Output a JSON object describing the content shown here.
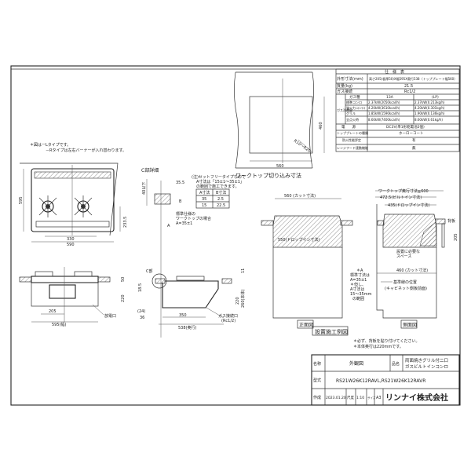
{
  "notes": {
    "note1": "＊図はーLタイプです。",
    "note2": "－Rタイプは左右バーナーが入れ替わります。",
    "wall_note1": "＊必ず、背板を貼り付けてください。",
    "wall_note2": "＊本体奥行は220mmです。"
  },
  "cutout": {
    "title": "ワークトップ切り込み寸法",
    "width": "560",
    "depth": "460",
    "radius": "R10～R20"
  },
  "spec_table": {
    "title": "仕　様　表",
    "rows": [
      {
        "label": "外形寸法(mm)",
        "value": "高さ205(板厚50)X幅595X奥行538（トッププレート幅560）"
      },
      {
        "label": "質量(kg)",
        "value": "21.5"
      },
      {
        "label": "ガス接続",
        "value": "Rc1/2"
      }
    ],
    "gas_group_label": "ガス消費量",
    "gas_header": {
      "label": "ガス種",
      "col1": "13A",
      "col2": "(LP)"
    },
    "gas_rows": [
      {
        "label": "標準コンロ",
        "col1": "2.37kW(2050kcal/h)",
        "col2": "2.37kW(0.213kg/h)"
      },
      {
        "label": "強火力コンロ",
        "col1": "4.20kW(3610kcal/h)",
        "col2": "4.20kW(0.301kg/h)"
      },
      {
        "label": "グリル",
        "col1": "1.85kW(1590kcal/h)",
        "col2": "1.90kW(0.136kg/h)"
      },
      {
        "label": "全点火時",
        "col1": "8.60kW(7400kcal/h)",
        "col2": "8.60kW(0.61kg/h)"
      }
    ],
    "tail_rows": [
      {
        "label": "電　　源",
        "value": "DC3V(単1形乾電池2個)"
      },
      {
        "label": "トッププレートの種類",
        "value": "ホーローコート"
      },
      {
        "label": "防火性能評定",
        "value": "有"
      },
      {
        "label": "レンジフード連動機能",
        "value": "無"
      }
    ]
  },
  "top_view": {
    "dim_330": "330",
    "dim_590": "590",
    "dim_595": "595",
    "dim_233": "233.5"
  },
  "detail_c": {
    "title": "C部詳細",
    "dim_35_5": "35.5",
    "dim_40": "40以下",
    "label_b": "B",
    "label_a": "A",
    "std_note1": "標準仕様の",
    "std_note2": "ワークトップの場合",
    "std_note3": "A=35±1",
    "note1": "(注)セットフリータイプなので",
    "note2": "A寸法は「15±1～35±1」",
    "note3": "の範囲で施工できます。",
    "table_header": [
      "A寸法",
      "B寸法"
    ],
    "table_rows": [
      [
        "35",
        "2.5"
      ],
      [
        "15",
        "22.5"
      ]
    ]
  },
  "front_view": {
    "dim_205": "205",
    "dim_595": "595(幅)",
    "dim_50": "50",
    "dim_220": "220",
    "exhaust": "放電口"
  },
  "side_view": {
    "c_part": "C部",
    "dim_18_5": "18.5",
    "dim_24": "(24)",
    "dim_36": "36",
    "dim_350": "350",
    "dim_538": "538(奥行)",
    "dim_11": "11",
    "dim_220": "220",
    "dim_260": "260(本体)",
    "gas_inlet1": "ガス接続口",
    "gas_inlet2": "(Rc1/2)"
  },
  "install": {
    "front_label": "正面図",
    "side_label": "側面図",
    "title": "設置施工例図",
    "cut_560": "560 (カット寸法)",
    "dropin_550": "550(ドロップイン寸法)",
    "worktop_depth": "ワークトップ奥行寸法≧600",
    "builtin_472": "472.5(ビルトイン寸法)",
    "dropin_435": "435(ドロップイン寸法)",
    "backboard": "背板",
    "dim_205": "205",
    "space1": "設置に必要な",
    "space2": "スペース",
    "cut_460": "460 (カット寸法)",
    "a_note": [
      "＊A",
      "標準寸法は",
      "A=35±1",
      "＊但し、",
      "A寸法は",
      "15～35mm",
      "の範囲"
    ],
    "ref1": "基準線の位置",
    "ref2": "(キャビネット側板前面)"
  },
  "title_block": {
    "name_label": "名称",
    "name_value": "外観図",
    "product_label": "品名",
    "product_value1": "両面焼きグリル付二口",
    "product_value2": "ガスビルトインコンロ",
    "model_label": "型式",
    "model_value": "RS21W26K12RAVL,RS21W26K12RAVR",
    "made_label": "作成",
    "date": "2023.01.20",
    "scale_label": "尺度",
    "scale": "1:10",
    "size_label": "サイズ",
    "size": "A3",
    "company": "リンナイ株式会社"
  }
}
